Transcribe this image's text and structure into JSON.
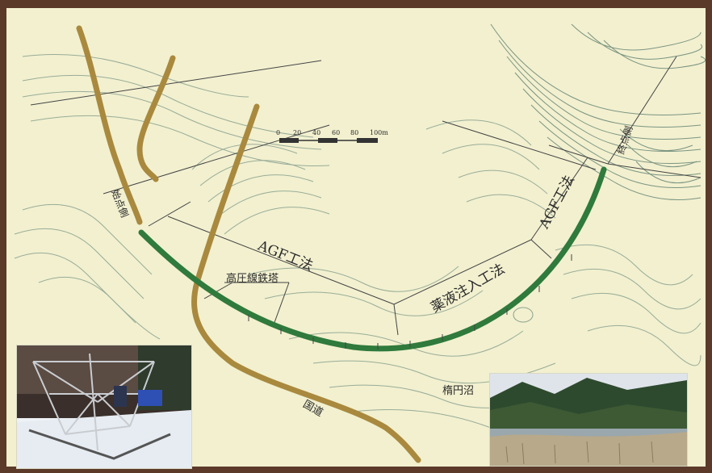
{
  "map": {
    "labels": {
      "start_point": "始点側",
      "end_point": "終点側",
      "agf_method": "AGF工法",
      "agf_method_short": "AGF工法",
      "chemical_grouting": "薬液注入工法",
      "high_voltage_tower": "高圧線鉄塔",
      "national_road": "国道",
      "pond": "楕円沼"
    },
    "scale_ticks": [
      "0",
      "20",
      "40",
      "60",
      "80",
      "100m"
    ]
  },
  "colors": {
    "background": "#f2f0cf",
    "frame": "#5b3a2a",
    "tunnel": "#2f7a3c",
    "road": "#a9893e",
    "contour": "#8aa18f"
  },
  "photos": {
    "left": "steel-frame-installation-photo",
    "right": "pond-landscape-photo"
  }
}
